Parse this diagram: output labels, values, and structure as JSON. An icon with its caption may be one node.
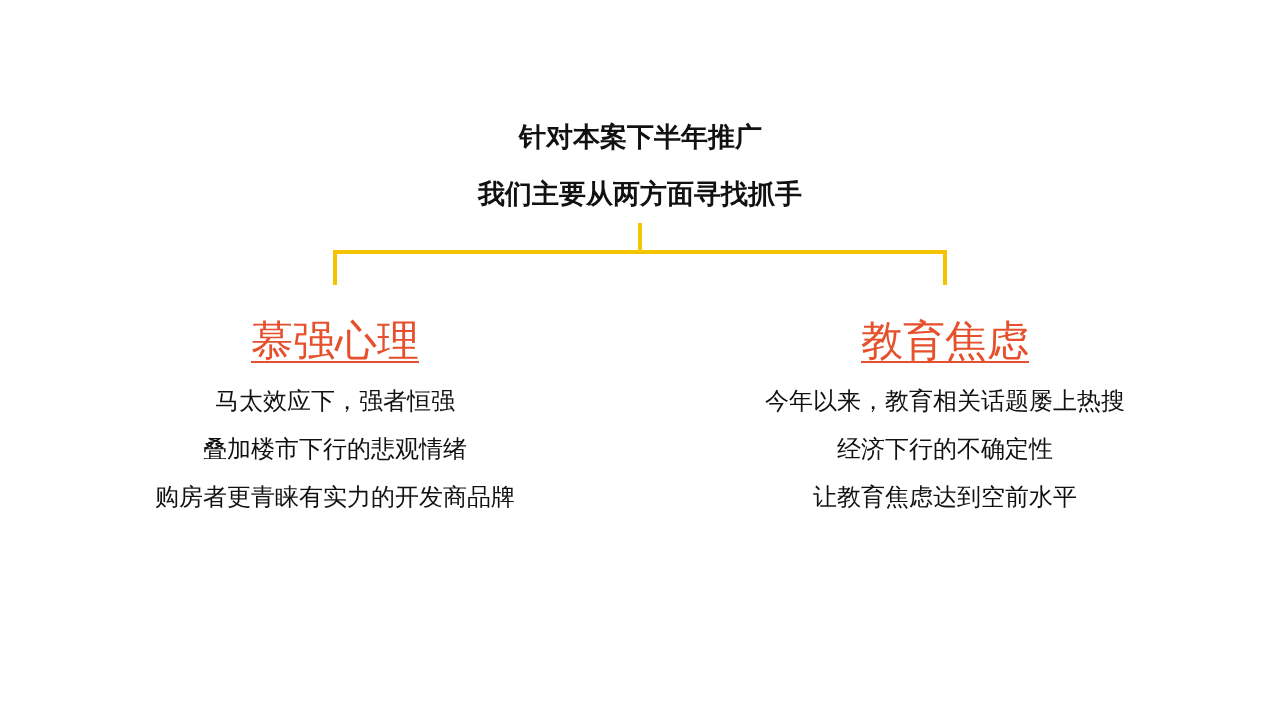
{
  "diagram": {
    "nodes": [
      {
        "text": [
          "针对本案下半年推广",
          "我们主要从两方面寻找抓手"
        ]
      },
      {
        "text": [
          "慕强心理",
          "马太效应下，强者恒强",
          "叠加楼市下行的悲观情绪",
          "购房者更青睐有实力的开发商品牌"
        ]
      },
      {
        "text": [
          "教育焦虑",
          "今年以来，教育相关话题屡上热搜",
          "经济下行的不确定性",
          "让教育焦虑达到空前水平"
        ]
      }
    ],
    "edges": [
      {
        "from": 0,
        "to": 1,
        "arrow": "none",
        "color": "#f5c400"
      },
      {
        "from": 0,
        "to": 2,
        "arrow": "none",
        "color": "#f5c400"
      }
    ]
  }
}
